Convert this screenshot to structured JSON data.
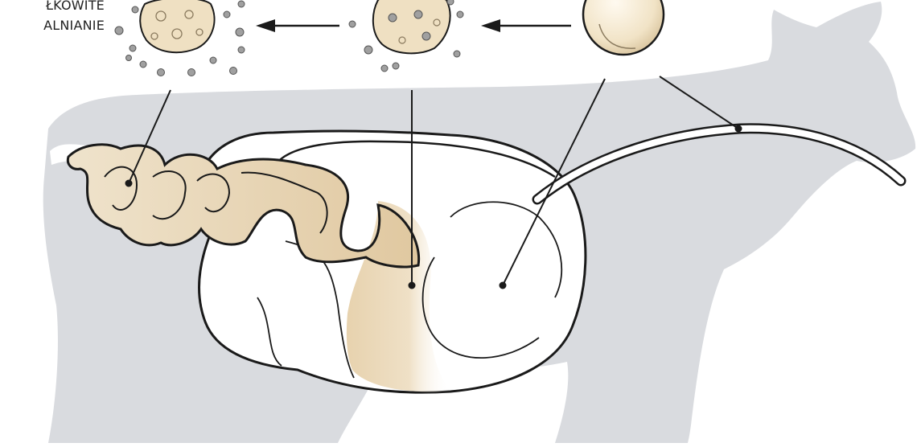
{
  "labels": {
    "line1": "ŁKOWITE",
    "line2": "ALNIANIE"
  },
  "colors": {
    "background": "#ffffff",
    "cow_silhouette": "#d9dbdf",
    "organ_fill": "#ffffff",
    "outline": "#1a1a1a",
    "intestine_fill": "#e6d4b4",
    "particle": "#9a9a9a",
    "globule": "#efe2c6"
  },
  "icons": [
    "milk-fat-globule",
    "partially-digested-globule",
    "fully-digested-globule",
    "arrow-left-icon"
  ]
}
